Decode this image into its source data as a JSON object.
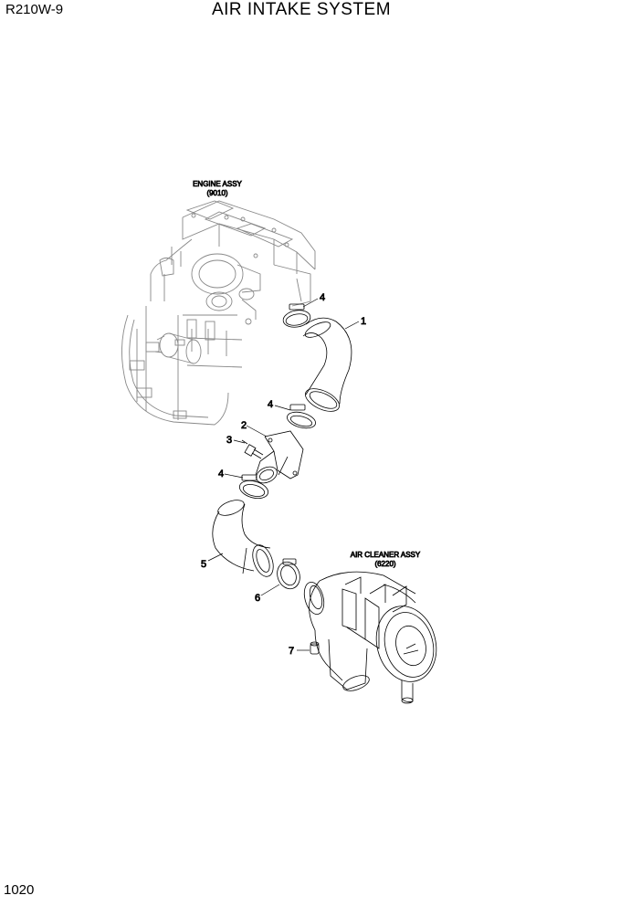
{
  "header": {
    "model": "R210W-9",
    "title": "AIR INTAKE SYSTEM"
  },
  "footer": {
    "page_number": "1020"
  },
  "assemblies": {
    "engine": {
      "name": "ENGINE ASSY",
      "code": "(9010)"
    },
    "air_cleaner": {
      "name": "AIR CLEANER ASSY",
      "code": "(6220)"
    }
  },
  "callouts": {
    "c1": "1",
    "c2": "2",
    "c3": "3",
    "c4a": "4",
    "c4b": "4",
    "c4c": "4",
    "c5": "5",
    "c6": "6",
    "c7": "7"
  }
}
